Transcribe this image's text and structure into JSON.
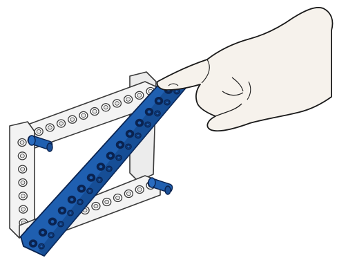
{
  "illustration": {
    "subject": "building-instruction-step",
    "parts": [
      "gray-frame",
      "blue-beam",
      "blue-pin-left",
      "blue-pin-right",
      "pointing-hand"
    ],
    "colors": {
      "frame_fill": "#f3f3f3",
      "frame_outline": "#3a3a3a",
      "hole_fill": "#ffffff",
      "beam_fill": "#1f5fb0",
      "beam_dark": "#0f3f82",
      "beam_hole": "#0a2350",
      "hand_fill": "#f6f2ec",
      "hand_outline": "#1a1a1a"
    }
  }
}
